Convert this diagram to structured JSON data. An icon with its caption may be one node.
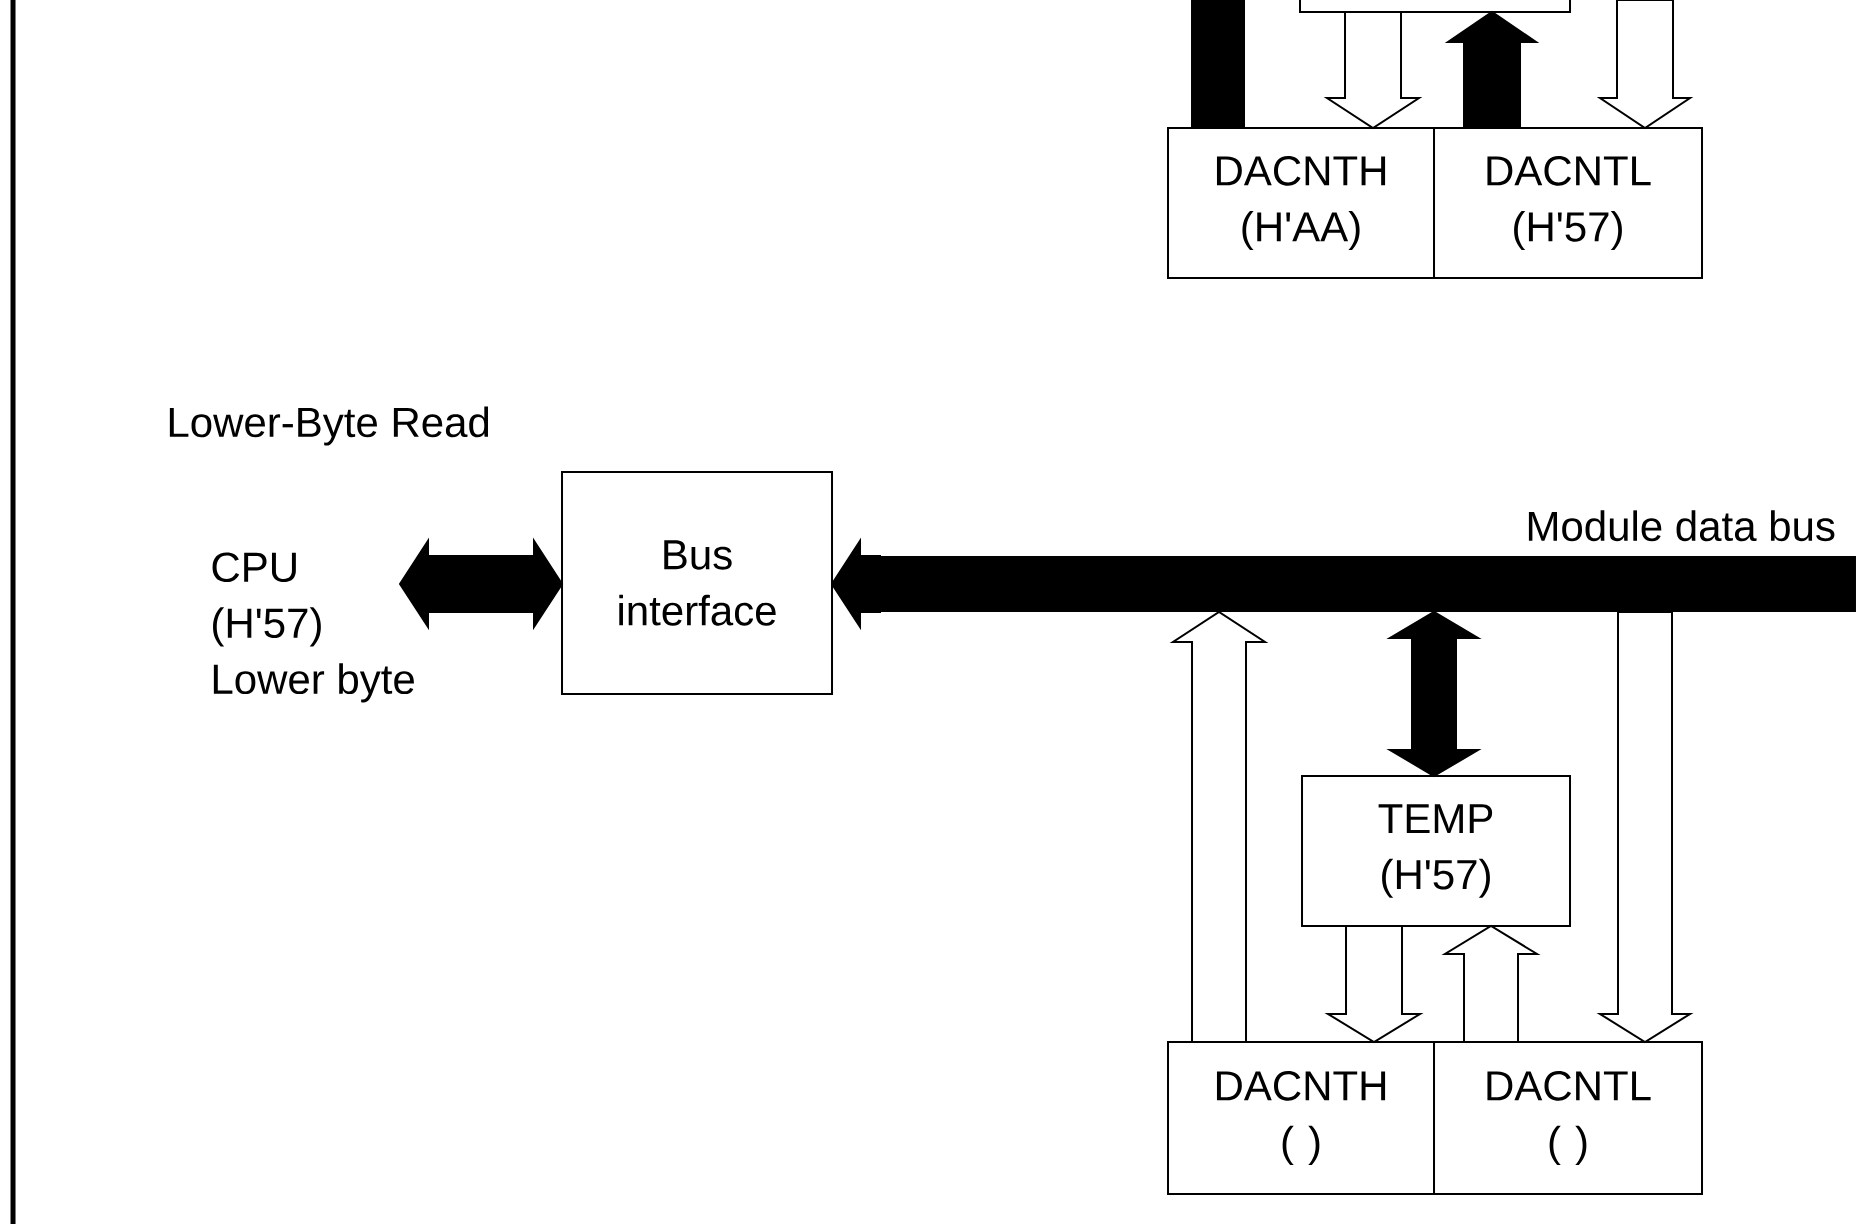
{
  "diagram": {
    "nodes": [
      {
        "text": [],
        "shape": "box"
      },
      {
        "text": [
          "DACNTH",
          "(H'AA)"
        ]
      },
      {
        "text": [
          "DACNTL",
          "(H'57)"
        ]
      },
      {
        "text": [
          "CPU",
          "(H'57)",
          "Lower byte"
        ]
      },
      {
        "text": [
          "Bus interface"
        ]
      },
      {
        "text": [
          "Module data bus"
        ]
      },
      {
        "text": [
          "TEMP",
          "(H'57)"
        ]
      },
      {
        "text": [
          "DACNTH",
          "( )"
        ]
      },
      {
        "text": [
          "DACNTL",
          "( )"
        ]
      }
    ],
    "edges": [
      {
        "from": 0,
        "to": 1,
        "arrow": "to"
      },
      {
        "from": 2,
        "to": 0,
        "arrow": "to",
        "color": "#000000"
      },
      {
        "from": null,
        "to": 2,
        "arrow": "to"
      },
      {
        "from": 1,
        "to": null,
        "arrow": "none",
        "color": "#000000"
      },
      {
        "from": 3,
        "to": 4,
        "arrow": "both",
        "color": "#000000"
      },
      {
        "from": 5,
        "to": 4,
        "arrow": "to",
        "color": "#000000"
      },
      {
        "from": 6,
        "to": 5,
        "arrow": "both",
        "color": "#000000"
      },
      {
        "from": 7,
        "to": 5,
        "arrow": "to"
      },
      {
        "from": 6,
        "to": 7,
        "arrow": "to"
      },
      {
        "from": 8,
        "to": 6,
        "arrow": "to"
      },
      {
        "from": 5,
        "to": 8,
        "arrow": "to"
      }
    ],
    "labels": [
      "Lower-Byte Read"
    ]
  }
}
